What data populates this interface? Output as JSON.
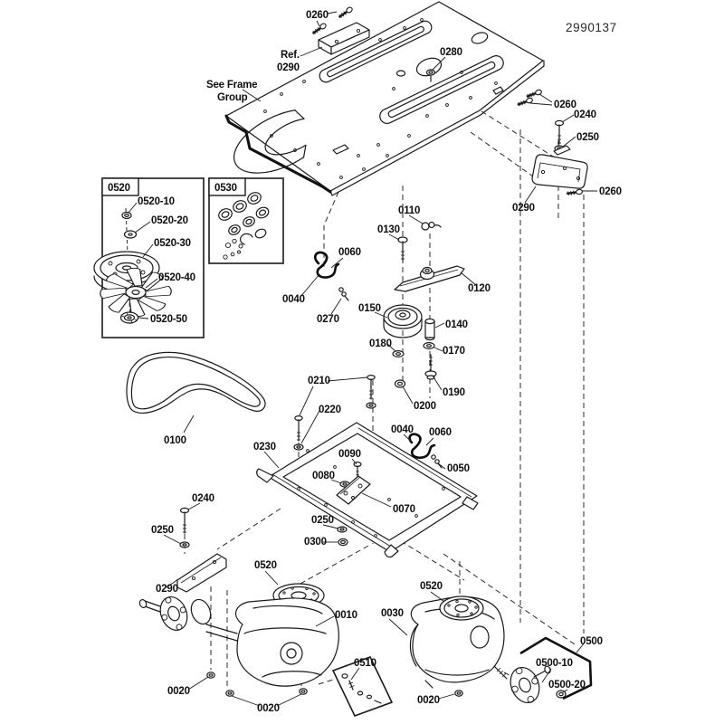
{
  "title_block": {
    "drawing_number": "2990137"
  },
  "colors": {
    "line": "#1a1a1a",
    "background": "#ffffff"
  },
  "annotations": {
    "ref_line1": "Ref.",
    "ref_line2": "0290",
    "frame_note_line1": "See Frame",
    "frame_note_line2": "Group"
  },
  "kits": {
    "fan_kit": "0520",
    "seal_kit": "0530",
    "decal_kit": "0510",
    "hub_kit": "0500"
  },
  "callouts": {
    "c0260_top": "0260",
    "c0280": "0280",
    "c0260_right": "0260",
    "c0240_right": "0240",
    "c0250_right": "0250",
    "c0290_right": "0290",
    "c0260_right2": "0260",
    "c0520_10": "0520-10",
    "c0520_20": "0520-20",
    "c0520_30": "0520-30",
    "c0520_40": "0520-40",
    "c0520_50": "0520-50",
    "c0110": "0110",
    "c0130": "0130",
    "c0060_mid": "0060",
    "c0040_mid": "0040",
    "c0270": "0270",
    "c0150": "0150",
    "c0120": "0120",
    "c0140": "0140",
    "c0170": "0170",
    "c0180": "0180",
    "c0190": "0190",
    "c0200": "0200",
    "c0100": "0100",
    "c0210": "0210",
    "c0220": "0220",
    "c0230": "0230",
    "c0090": "0090",
    "c0080": "0080",
    "c0040_frame": "0040",
    "c0060_frame": "0060",
    "c0050": "0050",
    "c0070": "0070",
    "c0250_frame": "0250",
    "c0300": "0300",
    "c0240_left": "0240",
    "c0250_left": "0250",
    "c0290_left": "0290",
    "c0520_trans_left": "0520",
    "c0010": "0010",
    "c0030": "0030",
    "c0520_trans_right": "0520",
    "c0510": "0510",
    "c0020_left": "0020",
    "c0020_center": "0020",
    "c0020_right": "0020",
    "c0500": "0500",
    "c0500_10": "0500-10",
    "c0500_20": "0500-20"
  }
}
